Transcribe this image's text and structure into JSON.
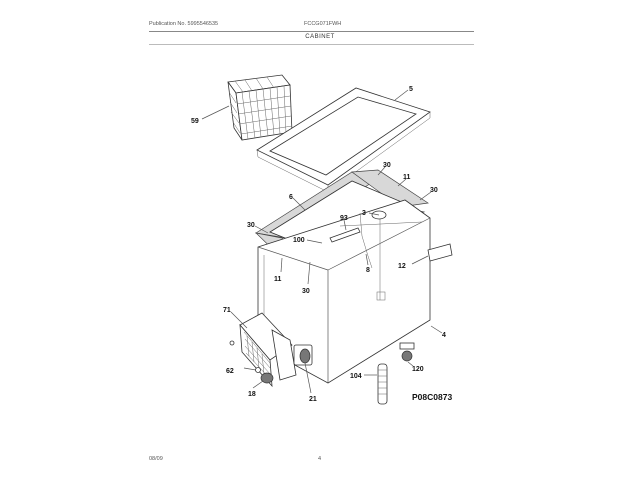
{
  "header": {
    "publication": "Publication No. 5995546535",
    "model": "FCCG071FWH",
    "section_title": "CABINET"
  },
  "diagram": {
    "callouts": [
      "59",
      "5",
      "30",
      "11",
      "30",
      "6",
      "3",
      "93",
      "30",
      "100",
      "12",
      "11",
      "30",
      "8",
      "71",
      "4",
      "62",
      "120",
      "104",
      "18",
      "21"
    ],
    "figure_code": "P08C0873"
  },
  "footer": {
    "date": "08/09",
    "page": "4"
  }
}
